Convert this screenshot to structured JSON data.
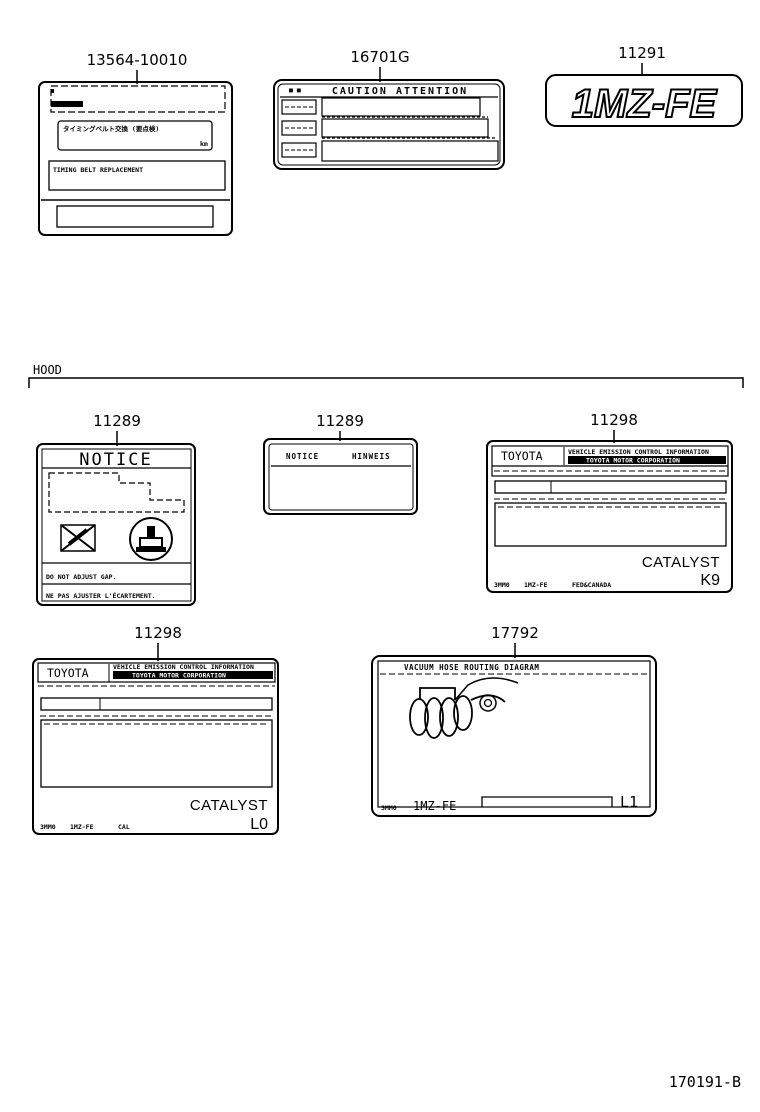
{
  "figure_code": "170191-B",
  "section_hood": "HOOD",
  "parts": {
    "p1": {
      "number": "13564-10010",
      "line1": "タイミングベルト交換 (要点検)",
      "line2": "TIMING BELT REPLACEMENT",
      "unit": "km"
    },
    "p2": {
      "number": "16701G",
      "header": "CAUTION ATTENTION",
      "flags": "■ ■"
    },
    "p3": {
      "number": "11291",
      "engine": "1MZ-FE"
    },
    "p4": {
      "number": "11289",
      "title": "NOTICE",
      "text1": "DO NOT ADJUST GAP.",
      "text2": "NE PAS AJUSTER L'ÉCARTEMENT."
    },
    "p5": {
      "number": "11289",
      "left": "NOTICE",
      "right": "HINWEIS"
    },
    "p6": {
      "number": "11298",
      "brand": "TOYOTA",
      "header": "VEHICLE EMISSION CONTROL INFORMATION",
      "subheader": "TOYOTA MOTOR CORPORATION",
      "catalyst": "CATALYST",
      "code": "K9",
      "footer_code": "3MM0",
      "footer_engine": "1MZ-FE",
      "footer_market": "FED&CANADA"
    },
    "p7": {
      "number": "11298",
      "brand": "TOYOTA",
      "header": "VEHICLE EMISSION CONTROL INFORMATION",
      "subheader": "TOYOTA MOTOR CORPORATION",
      "catalyst": "CATALYST",
      "code": "L0",
      "footer_code": "3MM0",
      "footer_engine": "1MZ-FE",
      "footer_market": "CAL"
    },
    "p8": {
      "number": "17792",
      "header": "VACUUM HOSE ROUTING DIAGRAM",
      "footer_code": "3MM0",
      "footer_engine": "1MZ-FE",
      "code": "L1"
    }
  }
}
